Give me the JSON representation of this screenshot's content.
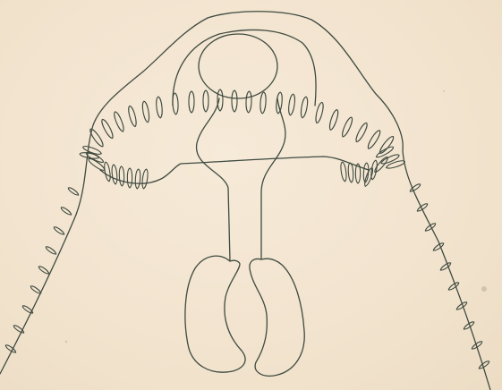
{
  "figure": {
    "background_color": "#f3e6d3",
    "ink_color": "#3f4a40",
    "parts": [
      "head-outline",
      "oral-sucker",
      "oral-spines",
      "collar-spines",
      "body-spines",
      "pharynx",
      "esophagus",
      "ventral-sucker",
      "transverse-line"
    ]
  }
}
